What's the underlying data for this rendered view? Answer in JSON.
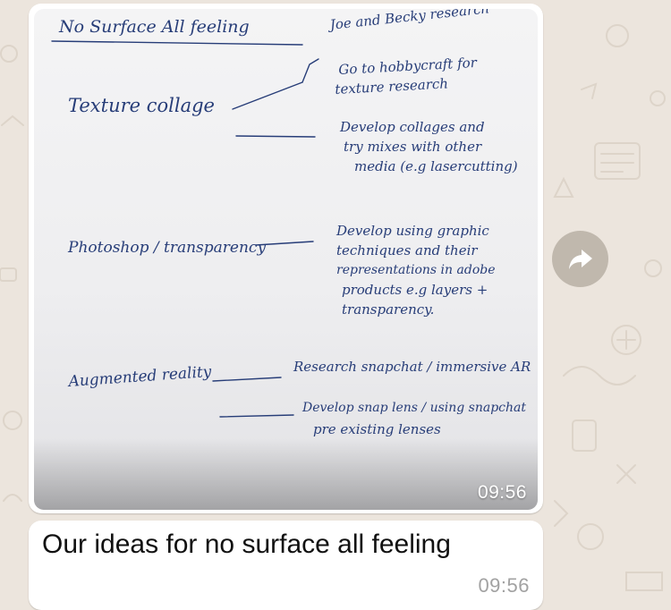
{
  "colors": {
    "chat_background": "#ece5dd",
    "bubble": "#ffffff",
    "ink": "#273d78",
    "forward_button": "#c0b8ad"
  },
  "image_message": {
    "time": "09:56",
    "note": {
      "title": "No Surface All feeling",
      "texture_collage": {
        "label": "Texture collage",
        "lines": [
          "Joe and Becky research",
          "Go to hobbycraft for",
          "texture research",
          "Develop collages and",
          "try mixes with other",
          "media (e.g lasercutting)"
        ]
      },
      "photoshop": {
        "label": "Photoshop / transparency",
        "lines": [
          "Develop using graphic",
          "techniques and their",
          "representations in adobe",
          "products e.g layers +",
          "transparency."
        ]
      },
      "augmented_reality": {
        "label": "Augmented reality",
        "lines": [
          "Research snapchat / immersive AR",
          "Develop snap lens / using snapchat",
          "pre existing lenses"
        ]
      }
    }
  },
  "forward_icon": "forward-arrow-icon",
  "text_message": {
    "text": "Our ideas for no surface all feeling",
    "time": "09:56"
  }
}
